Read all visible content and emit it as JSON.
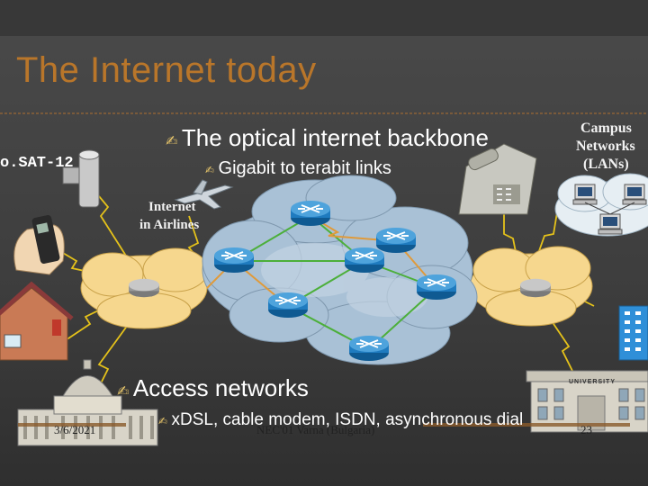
{
  "slide": {
    "title": "The Internet today",
    "bullets": {
      "backbone": "The optical internet backbone",
      "links": "Gigabit to terabit links",
      "access": "Access networks",
      "access_types": "xDSL, cable modem, ISDN, asynchronous dial"
    },
    "labels": {
      "satellite": "o.SAT-12",
      "airlines_line1": "Internet",
      "airlines_line2": "in Airlines",
      "campus_line1": "Campus",
      "campus_line2": "Networks",
      "campus_line3": "(LANs)",
      "university": "UNIVERSITY"
    },
    "footer": {
      "date": "3/6/2021",
      "event": "NEC'01 Varna (Bulgaria)",
      "page": "23"
    },
    "colors": {
      "title": "#b9762a",
      "background": "#3f3f3f",
      "cloud_backbone": "#a9c1d6",
      "cloud_access": "#f6d78e",
      "router": "#1f7bbf",
      "link_optical": "#e09a3a",
      "link_green": "#4caf3a",
      "link_wireless": "#e5c21a"
    }
  }
}
